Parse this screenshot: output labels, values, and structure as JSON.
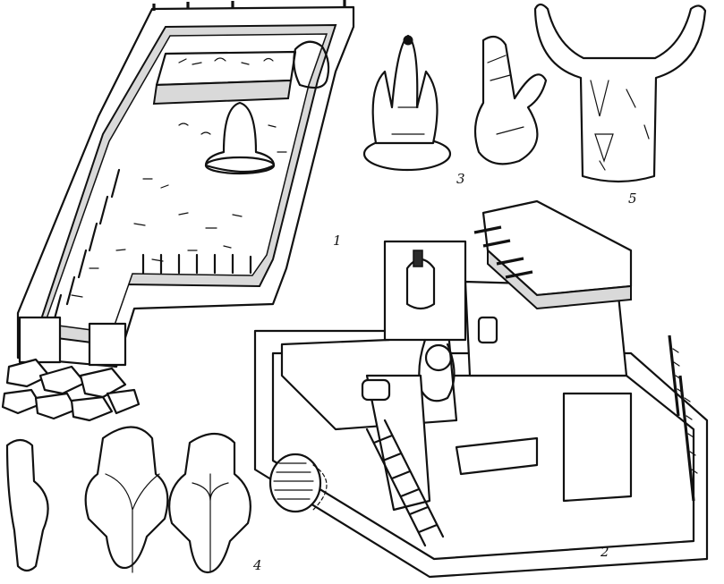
{
  "figure_labels": {
    "house_model": "1",
    "shrine_reconstruction": "2",
    "figurines_small": "3",
    "figurines_torso": "4",
    "bull_head": "5"
  }
}
